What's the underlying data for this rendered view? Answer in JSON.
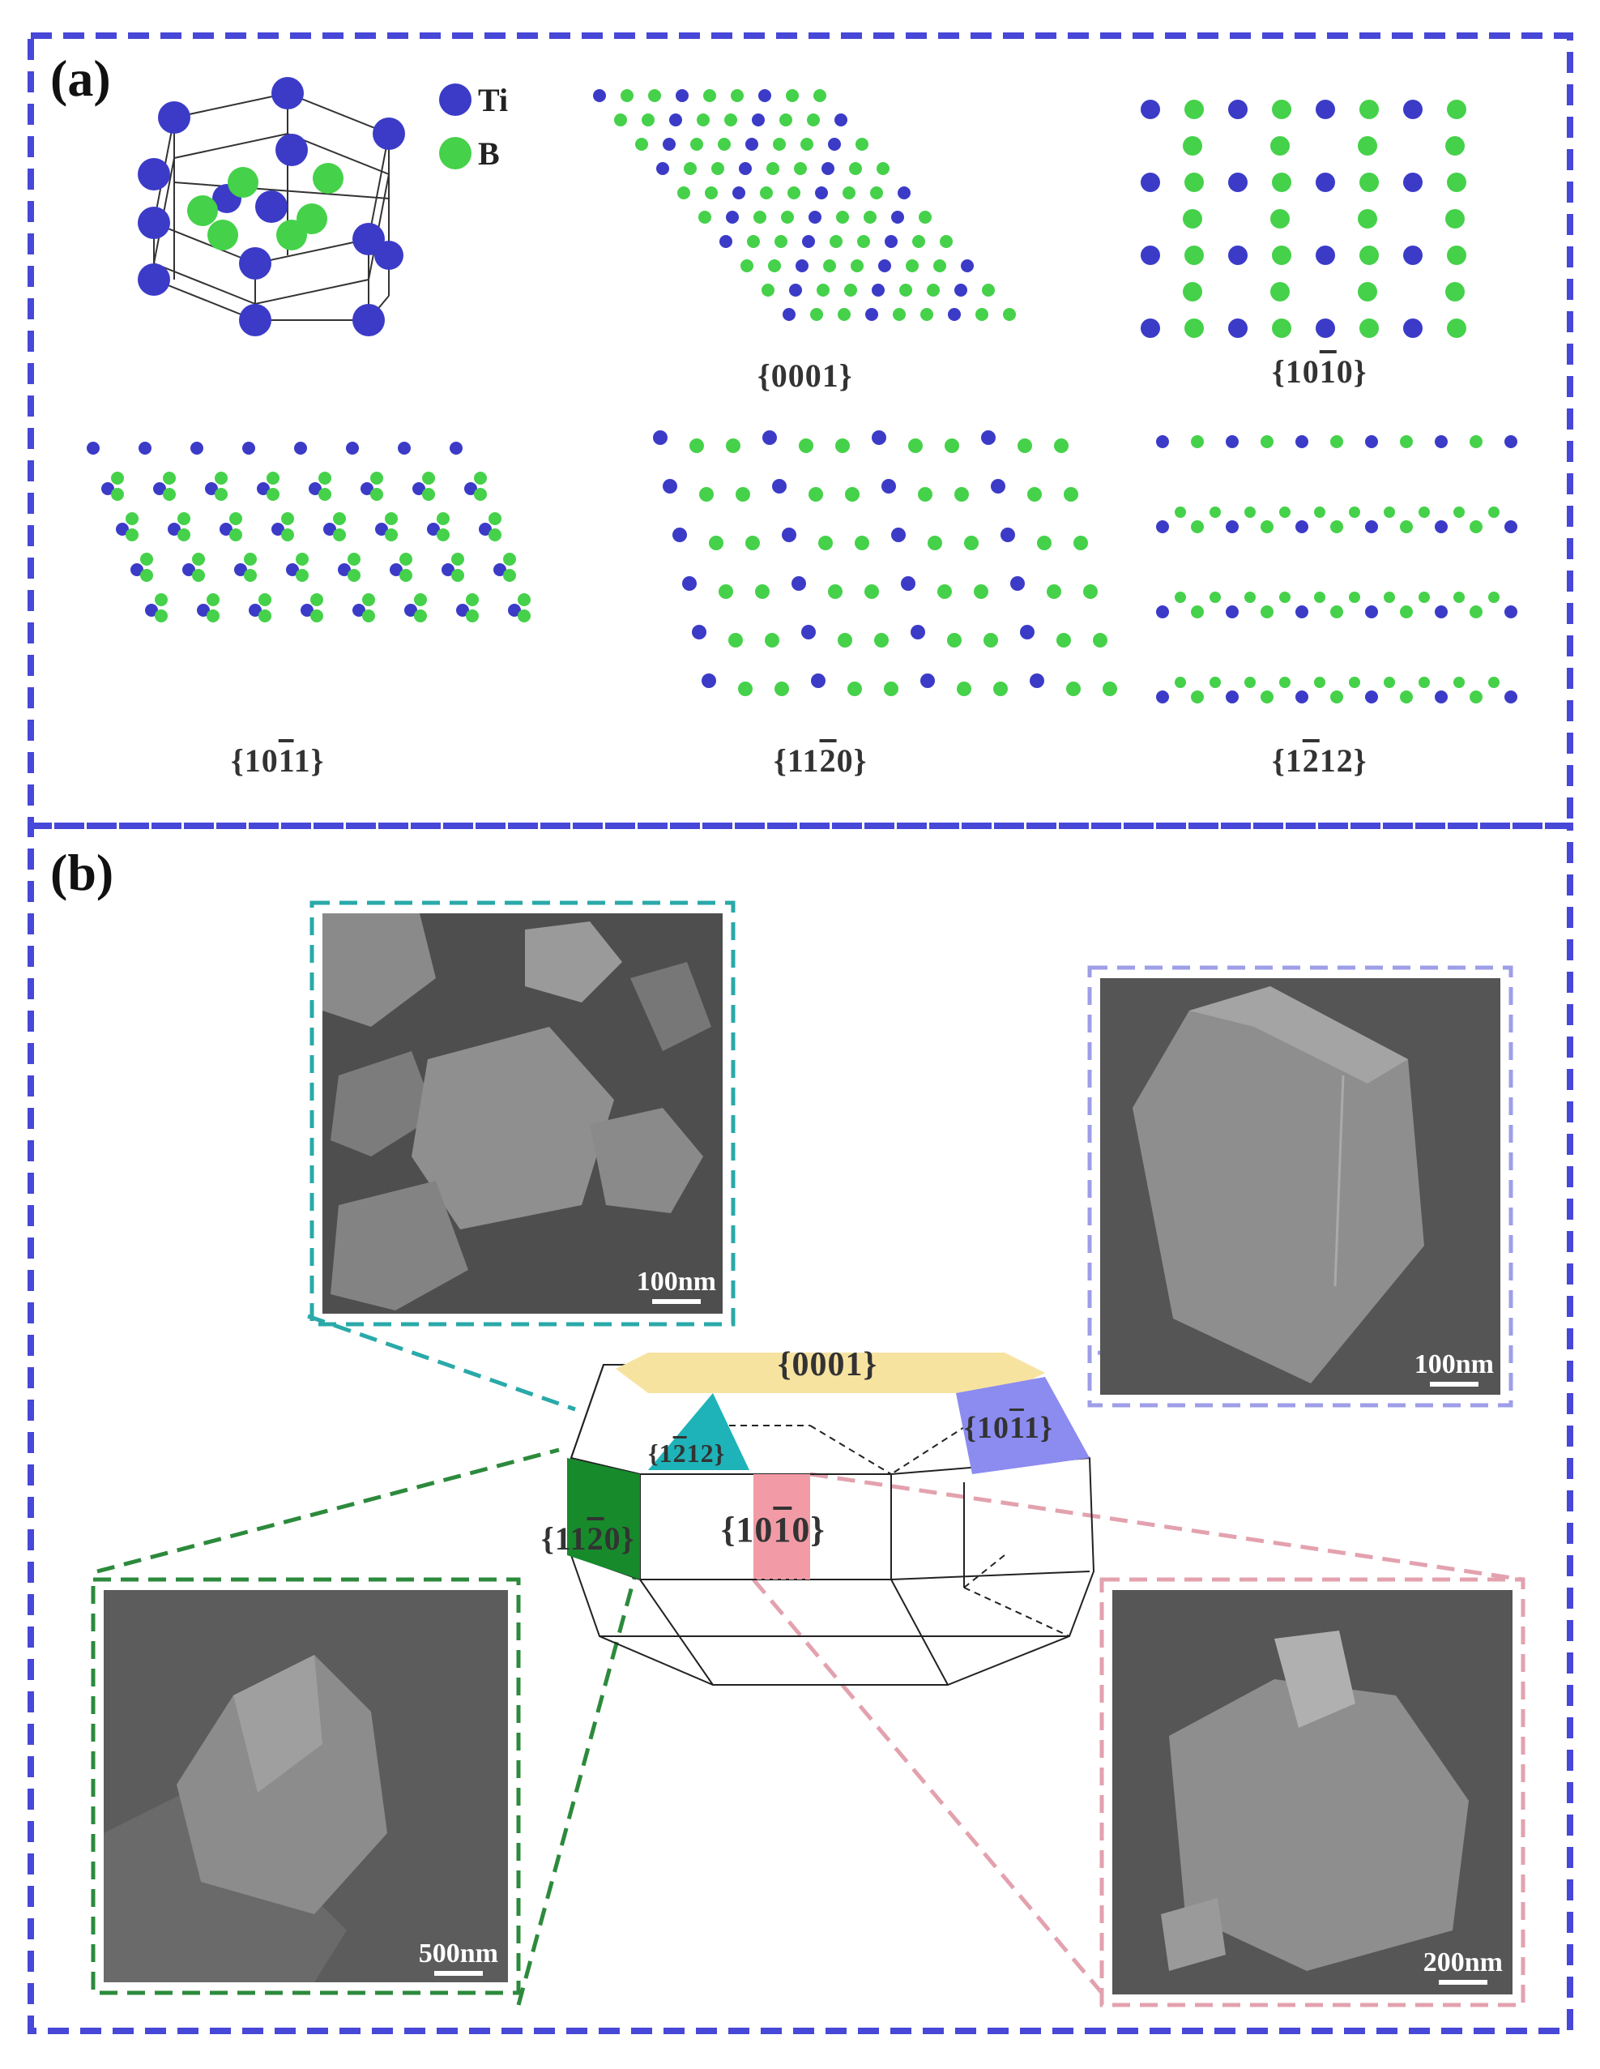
{
  "panel_a": {
    "label": "(a)",
    "legend": [
      {
        "symbol": "Ti",
        "color": "#3b3bc8"
      },
      {
        "symbol": "B",
        "color": "#45d14a"
      }
    ],
    "planes": [
      {
        "pre": "{0001}",
        "bar": "",
        "post": ""
      },
      {
        "pre": "{10",
        "bar": "1",
        "post": "0}"
      },
      {
        "pre": "{10",
        "bar": "1",
        "post": "1}"
      },
      {
        "pre": "{11",
        "bar": "2",
        "post": "0}"
      },
      {
        "pre": "{1",
        "bar": "2",
        "post": "12}"
      }
    ]
  },
  "panel_b": {
    "label": "(b)",
    "facets": [
      {
        "pre": "{0001}",
        "bar": "",
        "post": "",
        "color": "#f7e3a0"
      },
      {
        "pre": "{1",
        "bar": "2",
        "post": "12}",
        "color": "#1eb3b8"
      },
      {
        "pre": "{10",
        "bar": "1",
        "post": "1}",
        "color": "#8b8bf0"
      },
      {
        "pre": "{11",
        "bar": "2",
        "post": "0}",
        "color": "#178a2c"
      },
      {
        "pre": "{10",
        "bar": "1",
        "post": "0}",
        "color": "#f29ba6"
      }
    ],
    "scale_bars": [
      "100nm",
      "100nm",
      "500nm",
      "200nm"
    ],
    "frame_colors": {
      "top_left": "#2aa9a9",
      "top_right": "#9e9ee8",
      "bottom_left": "#2c8a3c",
      "bottom_right": "#e3a1ae",
      "outer": "#4747d8"
    }
  }
}
